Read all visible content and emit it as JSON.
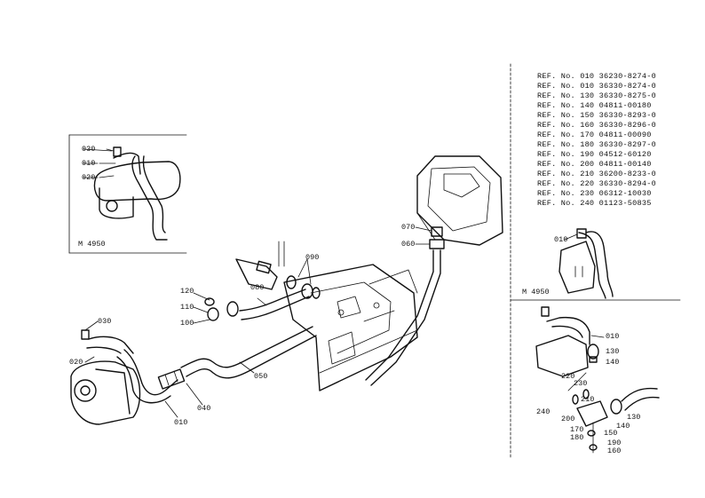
{
  "inset_top_left": {
    "code": "M 4950",
    "labels": [
      "030",
      "010",
      "020"
    ]
  },
  "inset_right": {
    "code": "M 4950",
    "labels": [
      "010"
    ]
  },
  "main_labels": {
    "l120": "120",
    "l110": "110",
    "l100": "100",
    "l080": "080",
    "l090": "090",
    "l070": "070",
    "l060": "060",
    "l030": "030",
    "l020": "020",
    "l010": "010",
    "l040": "040",
    "l050": "050"
  },
  "detail_labels": {
    "d010": "010",
    "d130": "130",
    "d140": "140",
    "d220": "220",
    "d230": "230",
    "d210": "210",
    "d240": "240",
    "d200": "200",
    "d130b": "130",
    "d140b": "140",
    "d170": "170",
    "d180": "180",
    "d150": "150",
    "d190": "190",
    "d160": "160"
  },
  "ref_list": [
    {
      "ref": "REF. No. 010",
      "part": "36230-8274-0"
    },
    {
      "ref": "REF. No. 010",
      "part": "36330-8274-0"
    },
    {
      "ref": "REF. No. 130",
      "part": "36330-8275-0"
    },
    {
      "ref": "REF. No. 140",
      "part": "04811-00180"
    },
    {
      "ref": "REF. No. 150",
      "part": "36330-8293-0"
    },
    {
      "ref": "REF. No. 160",
      "part": "36330-8296-0"
    },
    {
      "ref": "REF. No. 170",
      "part": "04811-00090"
    },
    {
      "ref": "REF. No. 180",
      "part": "36330-8297-0"
    },
    {
      "ref": "REF. No. 190",
      "part": "04512-60120"
    },
    {
      "ref": "REF. No. 200",
      "part": "04811-00140"
    },
    {
      "ref": "REF. No. 210",
      "part": "36200-8233-0"
    },
    {
      "ref": "REF. No. 220",
      "part": "36330-8294-0"
    },
    {
      "ref": "REF. No. 230",
      "part": "06312-10030"
    },
    {
      "ref": "REF. No. 240",
      "part": "01123-50835"
    }
  ]
}
